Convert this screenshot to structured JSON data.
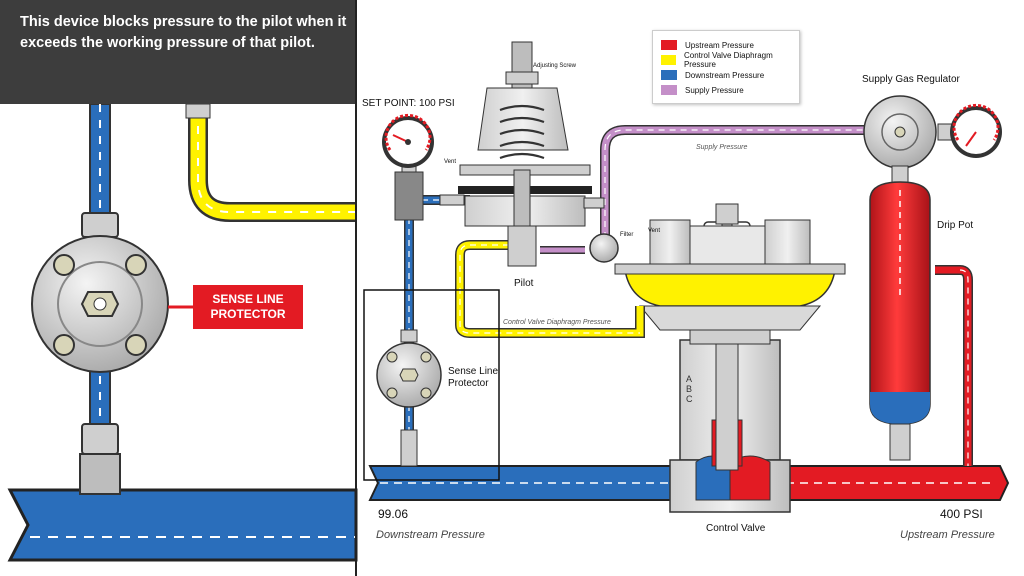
{
  "caption": {
    "text": "This device blocks pressure to the pilot when it exceeds the working pressure of that pilot."
  },
  "callout": {
    "text": "SENSE LINE PROTECTOR"
  },
  "labels": {
    "set_point": "SET POINT: 100 PSI",
    "adjusting_screw": "Adjusting Screw",
    "vent_pilot": "Vent",
    "vent_valve": "Vent",
    "filter": "Filter",
    "pilot": "Pilot",
    "supply_gas_regulator": "Supply Gas Regulator",
    "drip_pot": "Drip Pot",
    "sense_line_protector_1": "Sense Line",
    "sense_line_protector_2": "Protector",
    "control_valve": "Control Valve",
    "supply_pressure_line": "Supply Pressure",
    "diaphragm_pressure_line": "Control Valve Diaphragm Pressure",
    "downstream_value": "99.06",
    "downstream_pressure": "Downstream Pressure",
    "upstream_value": "400 PSI",
    "upstream_pressure": "Upstream Pressure"
  },
  "legend": {
    "items": [
      {
        "label": "Upstream Pressure",
        "color": "#e31b23"
      },
      {
        "label": "Control Valve Diaphragm Pressure",
        "color": "#fff200"
      },
      {
        "label": "Downstream Pressure",
        "color": "#2a6ebb"
      },
      {
        "label": "Supply Pressure",
        "color": "#c48fc8"
      }
    ]
  },
  "colors": {
    "upstream": "#e31b23",
    "diaphragm": "#fff200",
    "downstream": "#2a6ebb",
    "supply": "#c48fc8",
    "metal": "#d9d9d9",
    "caption_bg": "#3d3d3d"
  },
  "icons": [
    "pressure-gauge-icon",
    "flow-dashes-icon"
  ]
}
